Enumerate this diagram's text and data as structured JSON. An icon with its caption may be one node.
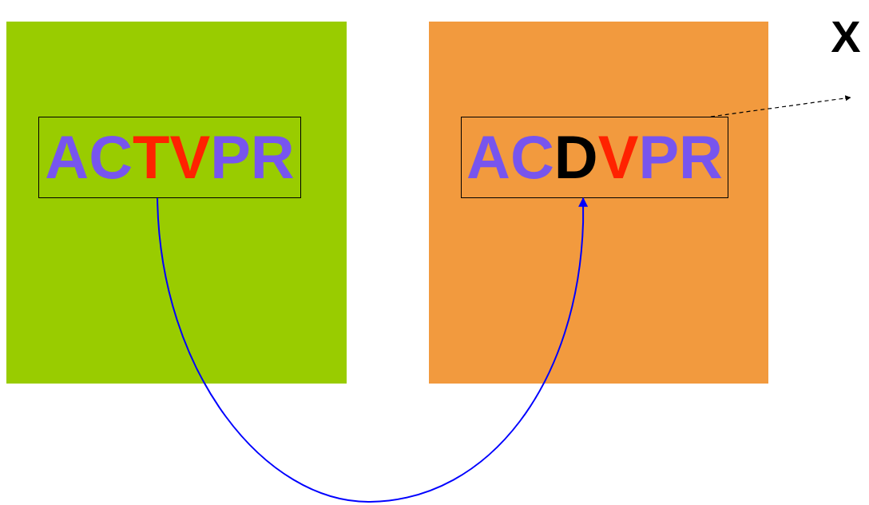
{
  "diagram": {
    "nodes": [
      {
        "text": [],
        "shape": "box"
      },
      {
        "text": [
          "ACTVPR"
        ],
        "in": 0
      },
      {
        "text": [],
        "shape": "box"
      },
      {
        "text": [
          "ACDVPR"
        ],
        "in": 2
      },
      {
        "text": [
          "X"
        ]
      }
    ],
    "edges": [
      {
        "from": 1,
        "to": 3,
        "arrow": "to",
        "color": "#0000ff"
      },
      {
        "from": 3,
        "to": 4,
        "arrow": "to",
        "style": "dashed",
        "color": "#000000"
      }
    ]
  }
}
